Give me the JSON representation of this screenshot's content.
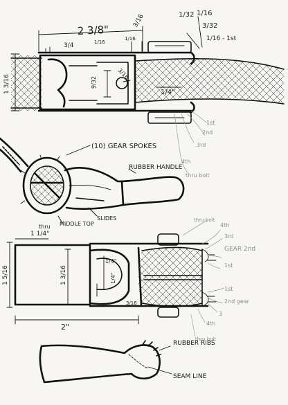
{
  "colors": {
    "ink": "#111111",
    "pencil": "#9a9a9a",
    "paper": "#f7f6f2"
  },
  "top_view": {
    "dims": {
      "overall_width": "2 3/8\"",
      "tab": "3/4",
      "slot_a": "1/16",
      "slot_b": "1/16",
      "slot_c": "3/16",
      "stack_1": "1/32",
      "stack_2": "1/16",
      "stack_3": "3/32",
      "stack_4": "1/16 - 1st",
      "height": "1 3/16",
      "inner": "9/32",
      "hub": "3/16",
      "strap": "1/4\""
    },
    "gear_labels": [
      "1st",
      "2nd",
      "3rd",
      "4th",
      "thru bolt"
    ]
  },
  "side_view": {
    "gear_spokes": "(10) GEAR SPOKES",
    "rubber_handle": "RUBBER HANDLE",
    "middle_top": "MIDDLE TOP",
    "slides": "SLIDES",
    "thru": "thru"
  },
  "front_view": {
    "dims": {
      "top": "1 1/4\"",
      "left_height": "1 5/16",
      "inner_height": "1 3/16",
      "center_a": "1/4\"",
      "center_b": "1/4\"",
      "notch": "3/16",
      "bottom_width": "2\""
    },
    "right_labels": [
      "thru-bolt",
      "4th",
      "3rd",
      "GEAR 2nd",
      "1st",
      "1st",
      "2nd gear",
      "3",
      "4th",
      "thru bolt"
    ]
  },
  "handle_view": {
    "rubber_ribs": "RUBBER RIBS",
    "seam_line": "SEAM LINE"
  }
}
